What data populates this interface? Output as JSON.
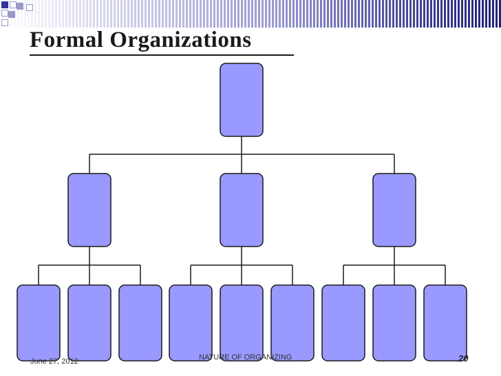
{
  "slide": {
    "title": "Formal Organizations",
    "footer_date": "June 27, 2012",
    "footer_topic": "NATURE OF ORGANIZING",
    "page_number": "20"
  },
  "colors": {
    "box_fill": "#9999ff",
    "box_stroke": "#1a1a1a",
    "connector": "#1a1a1a",
    "square_dark": "#3333a0",
    "square_light": "#9999cc"
  },
  "org_chart": {
    "levels": 3,
    "root_count": 1,
    "middle_count": 3,
    "leaves_per_middle": 3
  }
}
